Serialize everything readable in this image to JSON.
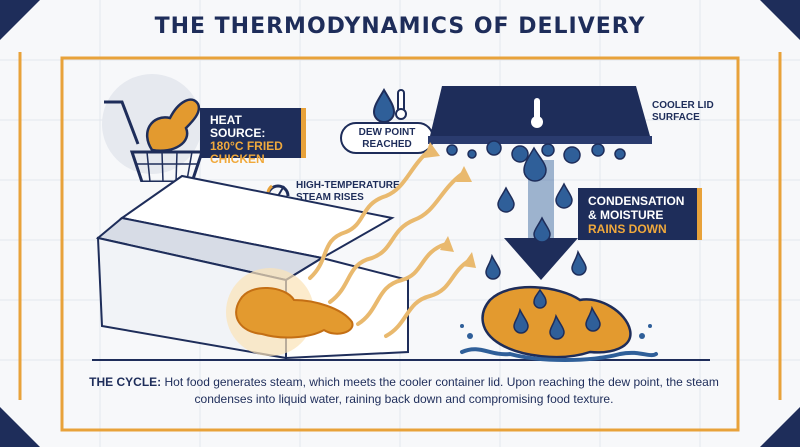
{
  "title": "THE THERMODYNAMICS OF DELIVERY",
  "heat_source": {
    "line1": "HEAT SOURCE:",
    "line2": "180°C FRIED",
    "line3": "CHICKEN"
  },
  "dew_point": {
    "line1": "DEW POINT",
    "line2": "REACHED"
  },
  "cooler_lid": {
    "line1": "COOLER LID",
    "line2": "SURFACE"
  },
  "steam": {
    "line1": "HIGH-TEMPERATURE",
    "line2": "STEAM RISES"
  },
  "condensation": {
    "line1": "CONDENSATION",
    "line2": "& MOISTURE",
    "line3": "RAINS DOWN"
  },
  "footer": {
    "lead": "THE CYCLE:",
    "text": " Hot food generates steam, which meets the cooler container lid. Upon reaching the dew point, the steam condenses into liquid water, raining back down and compromising food texture."
  },
  "colors": {
    "navy": "#1e2d5a",
    "orange": "#e8a23a",
    "water": "#2f5f99",
    "steam": "#e9b96e",
    "food": "#e39a2f"
  },
  "icons": [
    "fried-chicken-basket-icon",
    "water-drop-icon",
    "thermometer-icon",
    "gauge-icon",
    "down-arrow-icon"
  ]
}
